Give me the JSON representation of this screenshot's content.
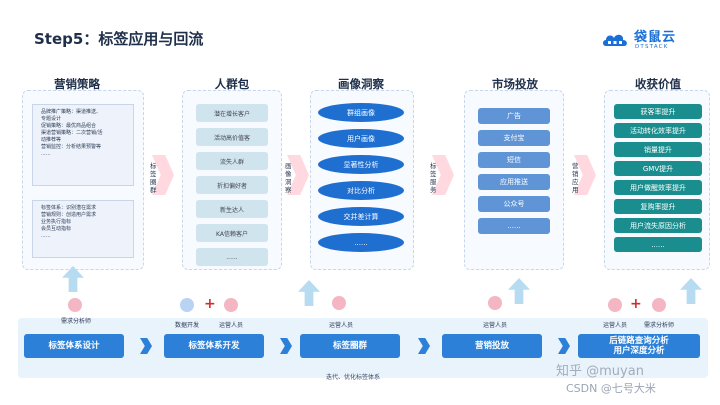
{
  "header": {
    "title": "Step5：标签应用与回流",
    "logo_cn": "袋鼠云",
    "logo_en": "DTSTACK"
  },
  "columns": {
    "strategy": "营销策略",
    "crowd": "人群包",
    "portrait": "画像洞察",
    "market": "市场投放",
    "revenue": "收获价值"
  },
  "strategy_box1": [
    "品牌推广策略：渠道推送、",
    "    专题设计",
    "促销策略：最优商品组合",
    "渠道营销策略：二次营销/活",
    "    动推荐等",
    "营销监控：分析结果预警等",
    "......"
  ],
  "strategy_box2": [
    "标签体系：识别潜在需求",
    "营销规则：创造用户需求",
    "业务执行指标",
    "会员互动指标",
    "......"
  ],
  "crowd_items": [
    "潜在增长客户",
    "活动高价值客",
    "流失人群",
    "折扣偏好者",
    "新生达人",
    "KA信赖客户",
    "......"
  ],
  "portrait_items": [
    "群组画像",
    "用户画像",
    "显著性分析",
    "对比分析",
    "交并差计算",
    "......"
  ],
  "market_items": [
    "广告",
    "支付宝",
    "短信",
    "应用推送",
    "公众号",
    "......"
  ],
  "revenue_items": [
    "获客率提升",
    "活动转化效率提升",
    "销量提升",
    "GMV提升",
    "用户做醒效率提升",
    "复购率提升",
    "用户流失原因分析",
    "......"
  ],
  "chevrons": {
    "c1": [
      "标",
      "签",
      "圈",
      "群"
    ],
    "c2": [
      "画",
      "像",
      "洞",
      "察"
    ],
    "c3": [
      "标",
      "签",
      "服",
      "务"
    ],
    "c4": [
      "营",
      "销",
      "应",
      "用"
    ]
  },
  "process": {
    "steps": [
      "标签体系设计",
      "标签体系开发",
      "标签圈群",
      "营销投放",
      "后链路查询分析",
      "用户深度分析"
    ],
    "roles": {
      "r1": "需求分析师",
      "r2a": "数据开发",
      "r2b": "运营人员",
      "r3": "运营人员",
      "r4": "运营人员",
      "r5a": "运营人员",
      "r5b": "需求分析师"
    },
    "note": "迭代、优化标签体系"
  },
  "watermark": {
    "line1": "知乎 @muyan",
    "line2": "CSDN @七号大米"
  },
  "colors": {
    "portrait_blue": "#1f6fd1",
    "market_blue": "#5f95d6",
    "revenue_teal": "#1a8e8e",
    "step_blue": "#2c80d8",
    "chevron_pink": "#ffd9df"
  }
}
